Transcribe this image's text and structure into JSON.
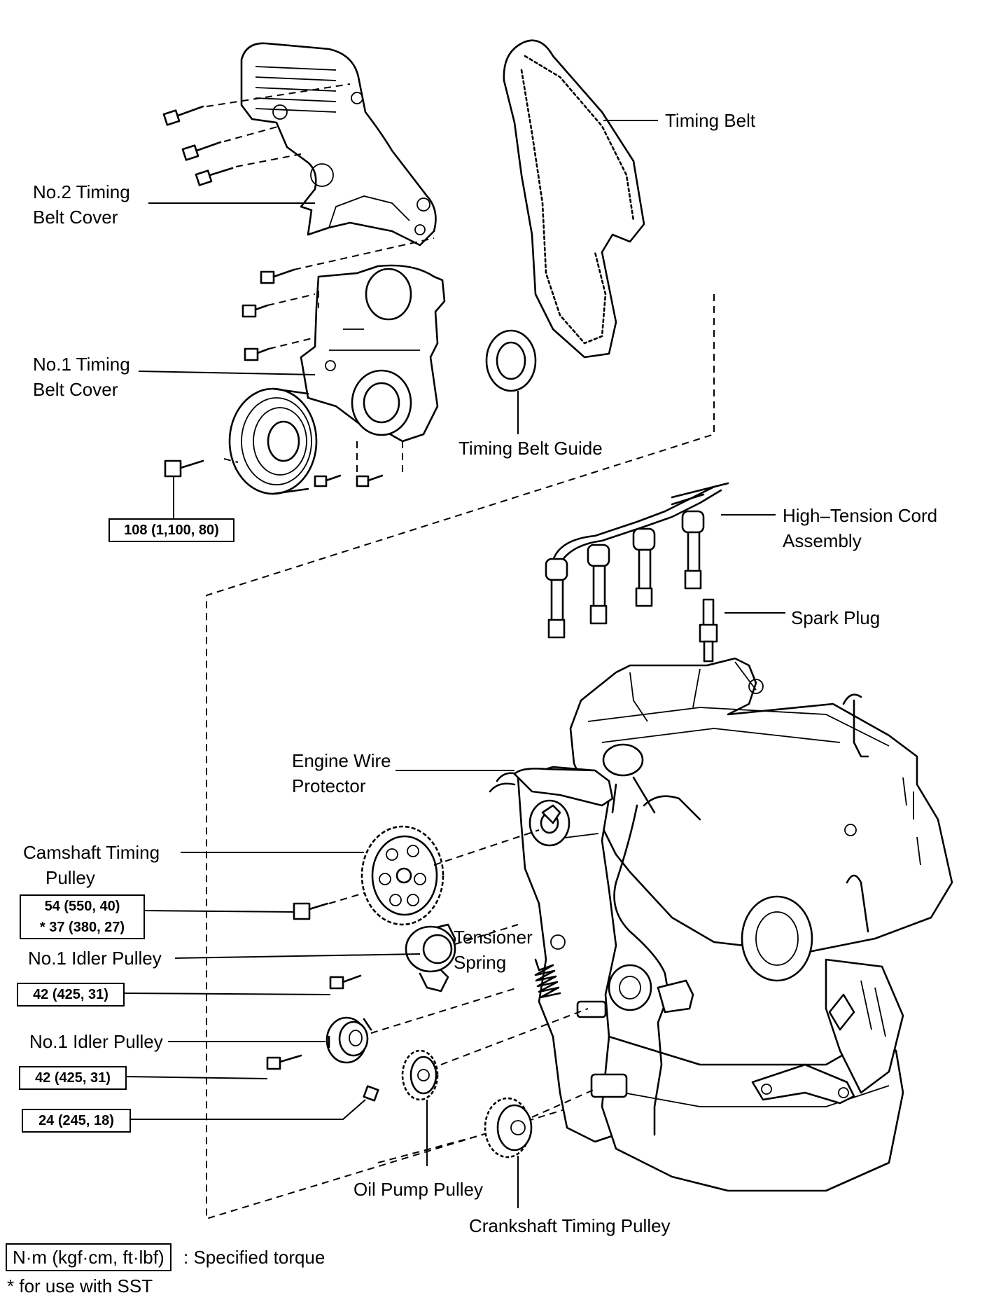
{
  "labels": {
    "timing_belt": "Timing Belt",
    "no2_cover_l1": "No.2 Timing",
    "no2_cover_l2": "Belt Cover",
    "no1_cover_l1": "No.1 Timing",
    "no1_cover_l2": "Belt Cover",
    "belt_guide": "Timing Belt Guide",
    "cord_l1": "High–Tension Cord",
    "cord_l2": "Assembly",
    "spark_plug": "Spark Plug",
    "wire_prot_l1": "Engine Wire",
    "wire_prot_l2": "Protector",
    "cam_pulley_l1": "Camshaft Timing",
    "cam_pulley_l2": "Pulley",
    "tensioner_l1": "Tensioner",
    "tensioner_l2": "Spring",
    "idler1": "No.1 Idler Pulley",
    "idler2": "No.1 Idler Pulley",
    "oil_pump_pulley": "Oil Pump Pulley",
    "crank_pulley": "Crankshaft Timing Pulley"
  },
  "torques": {
    "crank_bolt": "108 (1,100, 80)",
    "cam_bolt_l1": "54 (550, 40)",
    "cam_bolt_l2": "* 37 (380, 27)",
    "idler1_bolt": "42 (425, 31)",
    "idler2_bolt": "42 (425, 31)",
    "oil_pump_nut": "24 (245, 18)"
  },
  "legend": {
    "unit_box": "N·m (kgf·cm, ft·lbf)",
    "unit_desc": ": Specified torque",
    "sst_note": "* for use with SST"
  }
}
